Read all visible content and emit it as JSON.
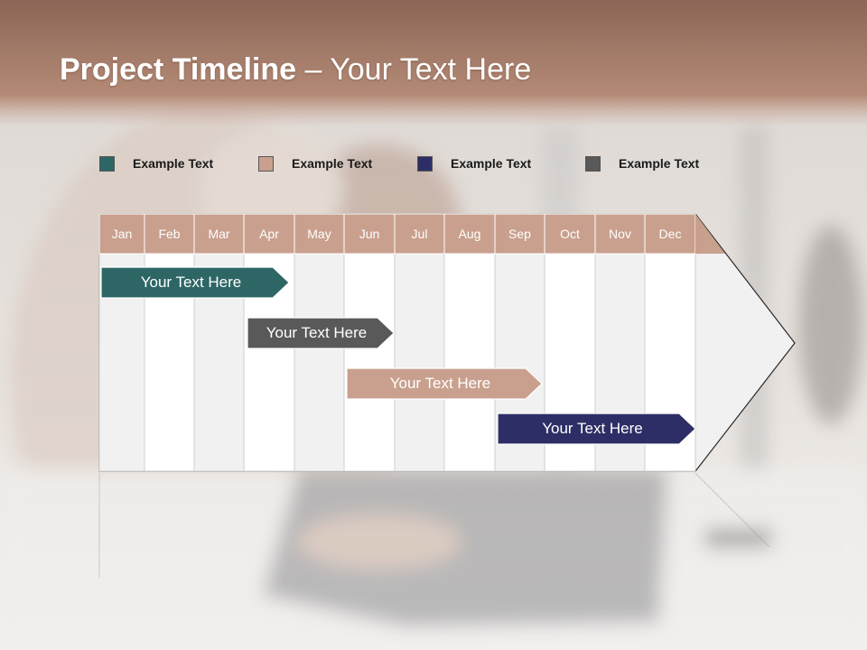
{
  "slide": {
    "title_bold": "Project Timeline",
    "title_rest": " – Your Text Here"
  },
  "legend": [
    {
      "label": "Example Text",
      "color": "#2e6666"
    },
    {
      "label": "Example Text",
      "color": "#c9a08e"
    },
    {
      "label": "Example Text",
      "color": "#2e2e66"
    },
    {
      "label": "Example Text",
      "color": "#595959"
    }
  ],
  "timeline": {
    "months": [
      "Jan",
      "Feb",
      "Mar",
      "Apr",
      "May",
      "Jun",
      "Jul",
      "Aug",
      "Sep",
      "Oct",
      "Nov",
      "Dec"
    ],
    "header_color": "#c9a08e",
    "tasks": [
      {
        "label": "Your  Text Here",
        "color": "#2e6666"
      },
      {
        "label": "Your  Text Here",
        "color": "#595959"
      },
      {
        "label": "Your  Text Here",
        "color": "#c9a08e"
      },
      {
        "label": "Your  Text Here",
        "color": "#2e2e66"
      }
    ]
  }
}
